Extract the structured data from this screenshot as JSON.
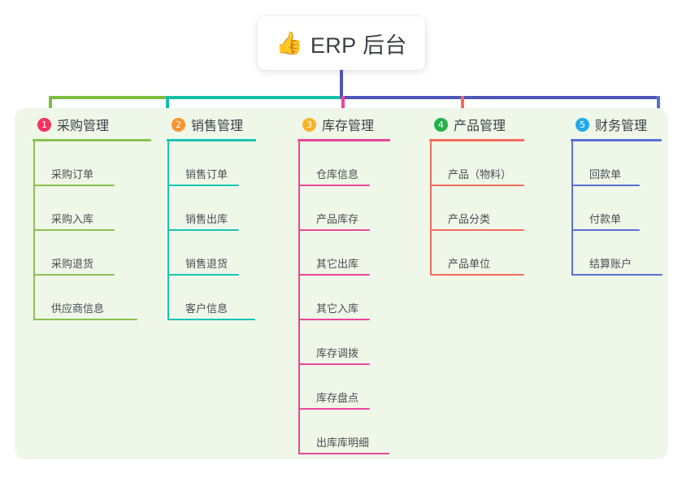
{
  "root": {
    "icon": "thumbs-up-icon",
    "icon_glyph": "👍",
    "title": "ERP 后台"
  },
  "palette": {
    "panel_background": "#eef7e8",
    "trunk": "#4e56b8",
    "bus_left": "#7bbd42",
    "bus_mid": "#11c1a5",
    "bus_right": "#4e56b8",
    "text": "#3d4046"
  },
  "columns": [
    {
      "number": "1",
      "title": "采购管理",
      "badge_color": "#f5335c",
      "line_color": "#8cc152",
      "items": [
        "采购订单",
        "采购入库",
        "采购退货",
        "供应商信息"
      ]
    },
    {
      "number": "2",
      "title": "销售管理",
      "badge_color": "#f79432",
      "line_color": "#19c5b5",
      "items": [
        "销售订单",
        "销售出库",
        "销售退货",
        "客户信息"
      ]
    },
    {
      "number": "3",
      "title": "库存管理",
      "badge_color": "#f9b42a",
      "line_color": "#e8479b",
      "items": [
        "仓库信息",
        "产品库存",
        "其它出库",
        "其它入库",
        "库存调拨",
        "库存盘点",
        "出库库明细"
      ]
    },
    {
      "number": "4",
      "title": "产品管理",
      "badge_color": "#27b04b",
      "line_color": "#f46b5d",
      "items": [
        "产品（物料）",
        "产品分类",
        "产品单位"
      ]
    },
    {
      "number": "5",
      "title": "财务管理",
      "badge_color": "#23a9e8",
      "line_color": "#5a6fd4",
      "items": [
        "回款单",
        "付款单",
        "结算账户"
      ]
    }
  ]
}
